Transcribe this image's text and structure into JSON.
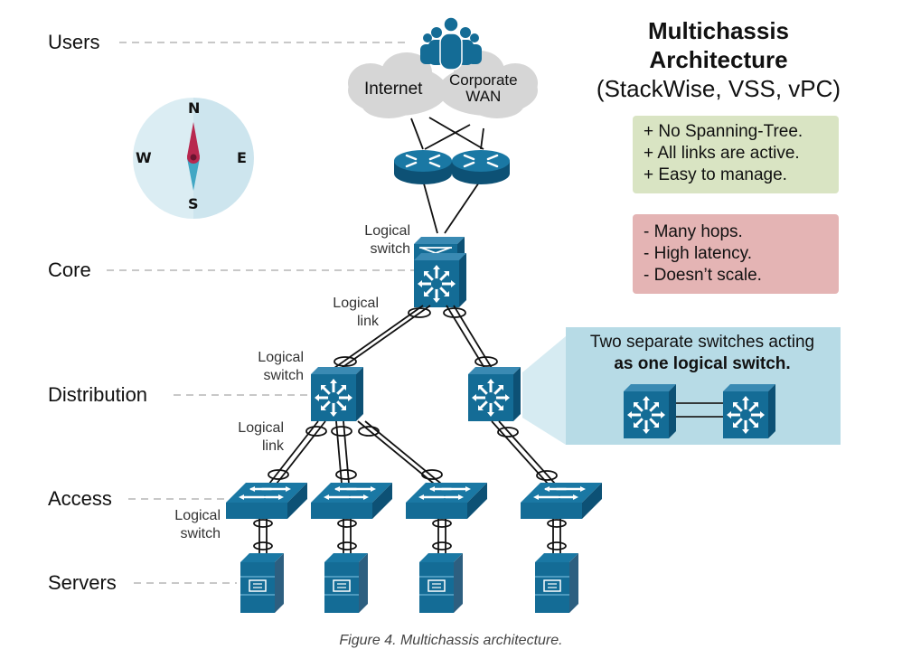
{
  "title": {
    "line1": "Multichassis",
    "line2": "Architecture",
    "line3": "(StackWise, VSS, vPC)"
  },
  "layers": [
    {
      "id": "users",
      "label": "Users"
    },
    {
      "id": "core",
      "label": "Core"
    },
    {
      "id": "distribution",
      "label": "Distribution"
    },
    {
      "id": "access",
      "label": "Access"
    },
    {
      "id": "servers",
      "label": "Servers"
    }
  ],
  "clouds": {
    "internet": "Internet",
    "corporate_line1": "Corporate",
    "corporate_line2": "WAN"
  },
  "annotations": {
    "core_switch": {
      "line1": "Logical",
      "line2": "switch"
    },
    "core_link": {
      "line1": "Logical",
      "line2": "link"
    },
    "dist_switch": {
      "line1": "Logical",
      "line2": "switch"
    },
    "dist_link": {
      "line1": "Logical",
      "line2": "link"
    },
    "access_switch": {
      "line1": "Logical",
      "line2": "switch"
    }
  },
  "pros": {
    "items": [
      "+ No Spanning-Tree.",
      "+ All links are active.",
      "+ Easy to manage."
    ],
    "color": "#d9e4c3"
  },
  "cons": {
    "items": [
      "- Many hops.",
      "- High latency.",
      "- Doesn’t scale."
    ],
    "color": "#e4b4b4"
  },
  "callout": {
    "line1": "Two separate switches acting",
    "line2_bold": "as one logical switch.",
    "color": "#b7dbe6"
  },
  "compass": {
    "north": "N",
    "south": "S",
    "east": "E",
    "west": "W"
  },
  "colors": {
    "device_blue": "#146c96",
    "device_dark": "#0e5478",
    "cloud_gray": "#d6d6d6",
    "dashed_line": "#c8c8c8"
  },
  "caption": "Figure 4. Multichassis architecture."
}
